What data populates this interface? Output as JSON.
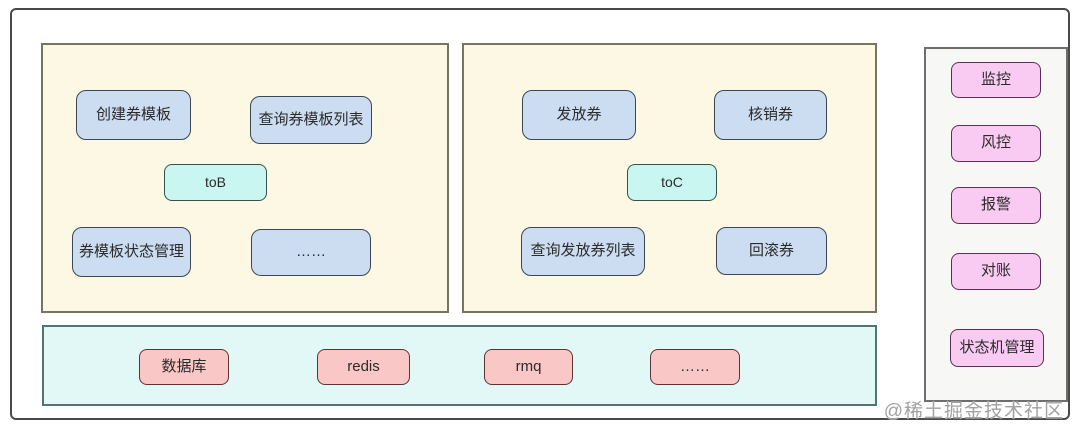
{
  "colors": {
    "cream_panel_bg": "#fcf8e3",
    "strip_bg": "#e1f8f6",
    "right_panel_bg": "#f7f7f5",
    "blue_node_bg": "#ccdcf1",
    "cyan_node_bg": "#c9f6f1",
    "salmon_node_bg": "#f9c7c5",
    "magenta_node_bg": "#f9caf2"
  },
  "tob_panel": {
    "create_label": "创建券模板",
    "query_list_label": "查询券模板列表",
    "tag_label": "toB",
    "status_mgmt_label": "券模板状态管理",
    "more_label": "……"
  },
  "toc_panel": {
    "issue_label": "发放券",
    "verify_label": "核销券",
    "tag_label": "toC",
    "query_list_label": "查询发放券列表",
    "rollback_label": "回滚券"
  },
  "infra_panel": {
    "database_label": "数据库",
    "redis_label": "redis",
    "rmq_label": "rmq",
    "more_label": "……"
  },
  "platform_panel": {
    "monitor_label": "监控",
    "risk_label": "风控",
    "alarm_label": "报警",
    "reconcile_label": "对账",
    "state_machine_label": "状态机管理"
  },
  "watermark_text": "@稀土掘金技术社区"
}
